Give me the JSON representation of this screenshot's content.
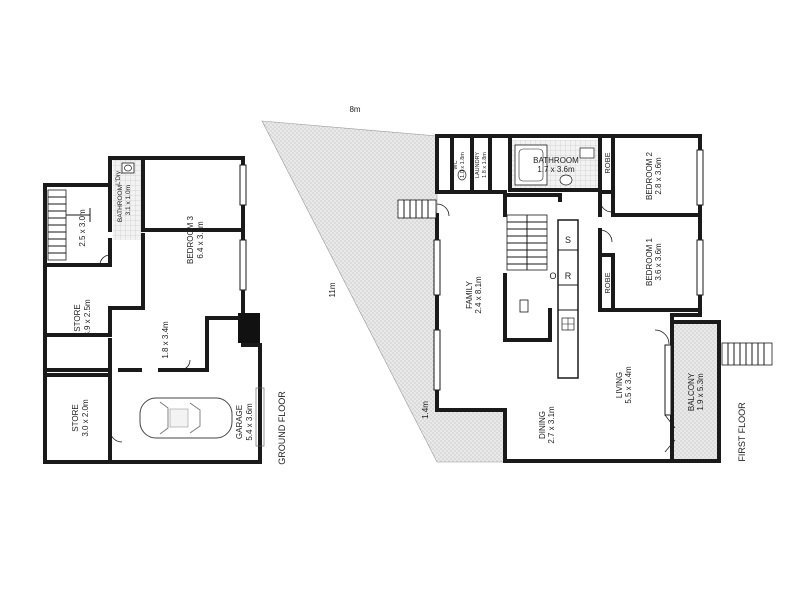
{
  "plan": {
    "ground_floor": {
      "title": "GROUND FLOOR",
      "rooms": [
        {
          "name": "BEDROOM 3",
          "size": "6.4 x 3.6m"
        },
        {
          "name": "BATHROOM",
          "size": "3.1 x 1.0m"
        },
        {
          "name": "L'Dry",
          "size": ""
        },
        {
          "name": "",
          "size": "2.5 x 3.0m"
        },
        {
          "name": "STORE",
          "size": "3.9 x 2.5m"
        },
        {
          "name": "",
          "size": "1.8 x 3.4m"
        },
        {
          "name": "STORE",
          "size": "3.0 x 2.0m"
        },
        {
          "name": "GARAGE",
          "size": "5.4 x 3.6m"
        }
      ]
    },
    "first_floor": {
      "title": "FIRST FLOOR",
      "rooms": [
        {
          "name": "BATHROOM",
          "size": "1.7 x 3.6m"
        },
        {
          "name": "WC",
          "size": "1.0 x 1.8m"
        },
        {
          "name": "LAUNDRY",
          "size": "1.8 x 1.8m"
        },
        {
          "name": "ROBE",
          "size": ""
        },
        {
          "name": "BEDROOM 2",
          "size": "2.8 x 3.6m"
        },
        {
          "name": "BEDROOM 1",
          "size": "3.6 x 3.6m"
        },
        {
          "name": "ROBE",
          "size": ""
        },
        {
          "name": "FAMILY",
          "size": "2.4 x 8.1m"
        },
        {
          "name": "DINING",
          "size": "2.7 x 3.1m"
        },
        {
          "name": "LIVING",
          "size": "5.5 x 3.4m"
        },
        {
          "name": "BALCONY",
          "size": "1.9 x 5.3m"
        }
      ],
      "kitchen_symbols": [
        "S",
        "O",
        "R"
      ],
      "deck_dimensions": [
        "8m",
        "11m",
        "1.4m"
      ]
    }
  }
}
